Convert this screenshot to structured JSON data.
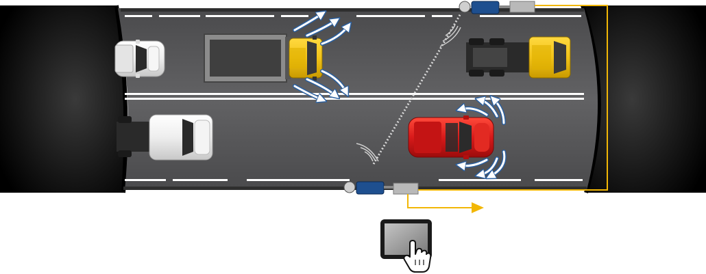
{
  "diagram": {
    "road": {
      "asphalt_color": "#5b5b5d",
      "lane_marking_color": "#ffffff",
      "tunnel_color": "#101010"
    },
    "vehicles": [
      {
        "name": "white-pickup-truck",
        "body_color": "#f2f2f2",
        "direction": "left",
        "lane": 1
      },
      {
        "name": "yellow-dump-truck",
        "body_color": "#f2c318",
        "direction": "right",
        "lane": 1
      },
      {
        "name": "yellow-semi-tractor",
        "body_color": "#f2c318",
        "direction": "right",
        "lane": 1
      },
      {
        "name": "white-semi-tractor",
        "body_color": "#f2f2f2",
        "direction": "right",
        "lane": 2
      },
      {
        "name": "red-suv",
        "body_color": "#d81a1a",
        "direction": "right",
        "lane": 2
      }
    ],
    "sensors": {
      "housing_color": "#1e4f8f",
      "cabinet_color": "#b9b9b9",
      "signal_line_color": "#f2b705"
    },
    "display_device": {
      "frame_color": "#1a1a1a",
      "screen_color": "#9a9a9a",
      "icon": "hand-pointer-icon"
    },
    "accent_colors": {
      "airflow_arrows": "#2b5f9e",
      "signal": "#f2b705"
    }
  }
}
